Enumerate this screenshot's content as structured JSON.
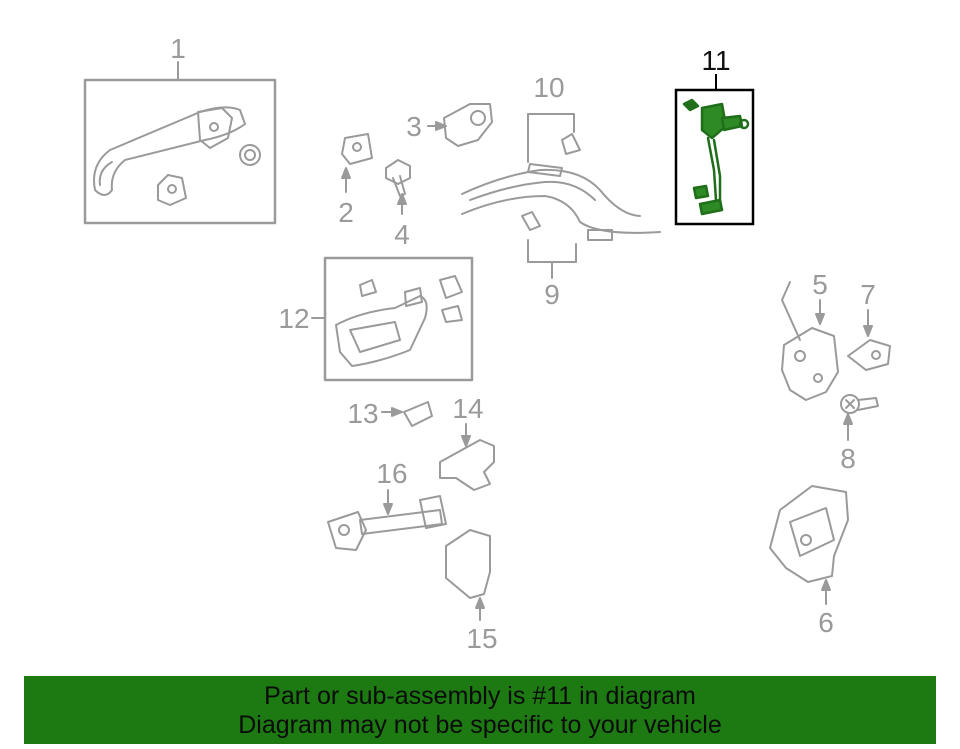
{
  "diagram": {
    "callouts": {
      "c1": "1",
      "c2": "2",
      "c3": "3",
      "c4": "4",
      "c5": "5",
      "c6": "6",
      "c7": "7",
      "c8": "8",
      "c9": "9",
      "c10": "10",
      "c11": "11",
      "c12": "12",
      "c13": "13",
      "c14": "14",
      "c15": "15",
      "c16": "16"
    },
    "colors": {
      "part_line": "#9a9a9a",
      "highlight_part": "#1f6e1a",
      "highlight_box": "#000000"
    }
  },
  "banner": {
    "line1": "Part or sub-assembly is #11 in diagram",
    "line2": "Diagram may not be specific to your vehicle",
    "background": "#1d7a12"
  }
}
